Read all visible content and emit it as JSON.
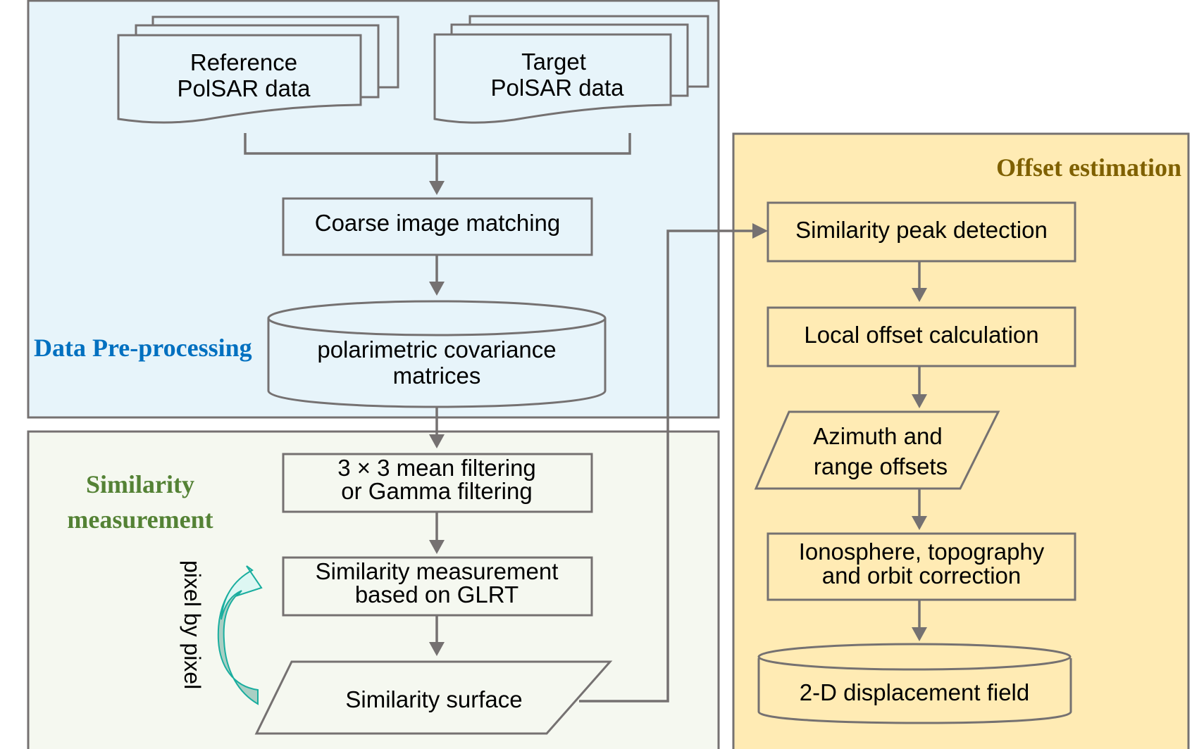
{
  "sections": {
    "preprocessing": {
      "title": "Data Pre-processing",
      "color": "#0070C0",
      "fill": "#E7F4FA"
    },
    "similarity": {
      "title_line1": "Similarity",
      "title_line2": "measurement",
      "color": "#548235",
      "fill": "#F5F8F0"
    },
    "offset": {
      "title": "Offset estimation",
      "color": "#7F6000",
      "fill": "#FFEBB4"
    }
  },
  "nodes": {
    "reference_data": {
      "line1": "Reference",
      "line2": "PolSAR data"
    },
    "target_data": {
      "line1": "Target",
      "line2": "PolSAR data"
    },
    "coarse_matching": {
      "label": "Coarse image matching"
    },
    "covariance_matrices": {
      "line1": "polarimetric covariance",
      "line2": "matrices"
    },
    "filtering": {
      "line1": "3 × 3 mean filtering",
      "line2": "or Gamma filtering"
    },
    "glrt_measurement": {
      "line1": "Similarity measurement",
      "line2": "based on GLRT"
    },
    "similarity_surface": {
      "label": "Similarity surface"
    },
    "peak_detection": {
      "label": "Similarity peak detection"
    },
    "local_offset": {
      "label": "Local offset calculation"
    },
    "offsets_output": {
      "line1": "Azimuth and",
      "line2": "range offsets"
    },
    "correction": {
      "line1": "Ionosphere, topography",
      "line2": "and orbit correction"
    },
    "displacement_field": {
      "label": "2-D displacement field"
    }
  },
  "annotations": {
    "loop_label": "pixel by pixel"
  },
  "colors": {
    "stroke": "#757171",
    "database_fill_blue_section": "#E3EEDF",
    "database_fill_yellow_section": "#EBEDCD",
    "loop_arrow": "#1AAE9F"
  }
}
